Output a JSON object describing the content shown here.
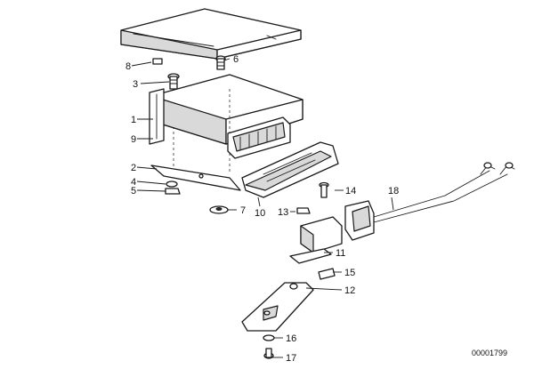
{
  "diagram": {
    "reference_code": "00001799",
    "callouts": {
      "c1": "1",
      "c2": "2",
      "c3": "3",
      "c4": "4",
      "c5": "5",
      "c6": "6",
      "c7": "7",
      "c8": "8",
      "c9": "9",
      "c10": "10",
      "c11": "11",
      "c12": "12",
      "c13": "13",
      "c14": "14",
      "c15": "15",
      "c16": "16",
      "c17": "17",
      "c18": "18"
    }
  }
}
